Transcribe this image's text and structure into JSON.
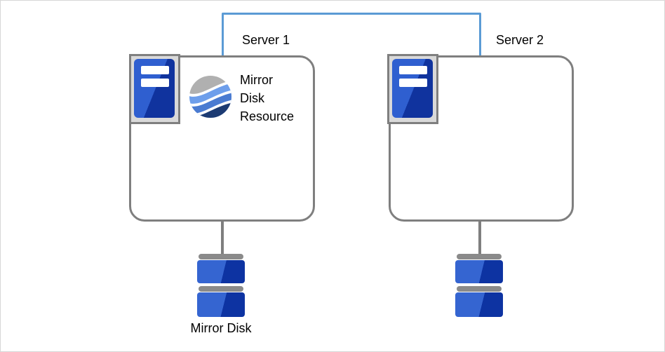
{
  "diagram": {
    "server1": {
      "label": "Server 1"
    },
    "server2": {
      "label": "Server 2"
    },
    "resource_label": {
      "line1": "Mirror",
      "line2": "Disk",
      "line3": "Resource"
    },
    "mirror_disk_label": "Mirror Disk"
  },
  "icons": {
    "server": "tower-server-icon",
    "resource": "mirror-disk-resource-sphere-icon",
    "disk": "stacked-disk-icon",
    "interconnect": "network-link-line"
  },
  "colors": {
    "interconnect_blue": "#5b9bd5",
    "box_border_gray": "#7f7f7f",
    "connector_gray": "#7f7f7f",
    "server_icon_bg_gray": "#d9d9d9",
    "server_icon_blue_light": "#2f5fd0",
    "server_icon_blue_dark": "#10339e",
    "disk_blue_light": "#3565d1",
    "disk_blue_dark": "#0d33a2",
    "disk_bar_gray": "#8a8a8a",
    "sphere_gray": "#b0b0b0",
    "sphere_blue_light": "#6d9eeb",
    "sphere_blue_mid": "#4a7bd1",
    "sphere_navy": "#1c3b73",
    "label_text": "#000000"
  }
}
